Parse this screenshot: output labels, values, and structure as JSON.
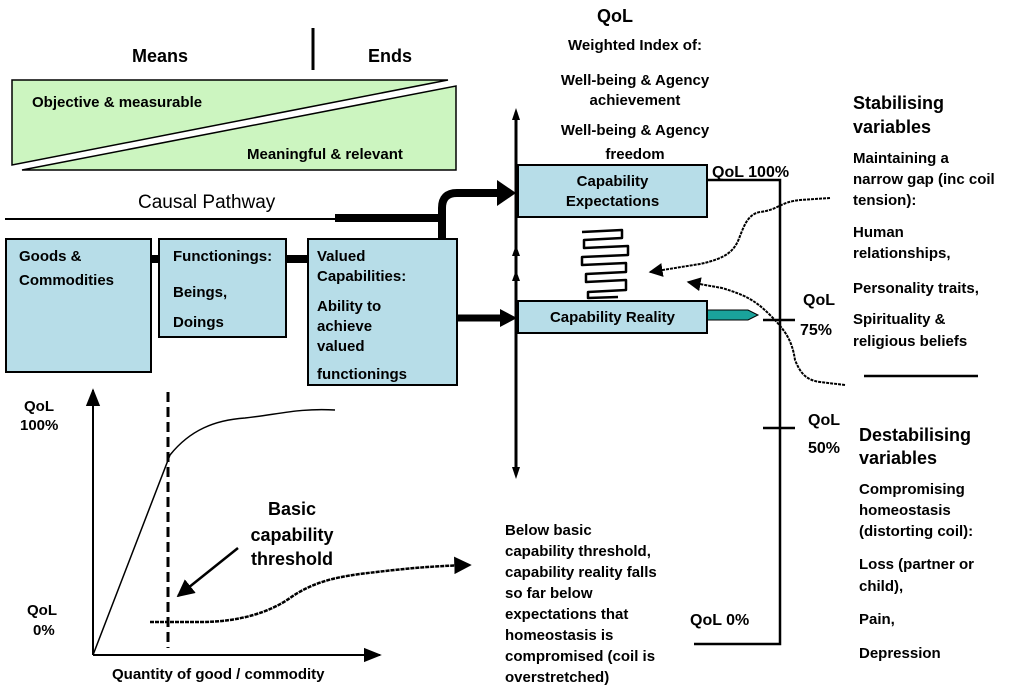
{
  "header": {
    "means": "Means",
    "ends": "Ends",
    "objective": "Objective & measurable",
    "meaningful": "Meaningful & relevant"
  },
  "qol": {
    "title": "QoL",
    "weighted": "Weighted Index of:",
    "achievement_1": "Well-being & Agency",
    "achievement_2": "achievement",
    "freedom_1": "Well-being & Agency",
    "freedom_2": "freedom"
  },
  "pathway": {
    "causal": "Causal Pathway",
    "goods_1": "Goods &",
    "goods_2": "Commodities",
    "functionings": "Functionings:",
    "beings": "Beings,",
    "doings": "Doings",
    "valued_1": "Valued",
    "valued_2": "Capabilities:",
    "ability_1": "Ability to",
    "ability_2": "achieve",
    "ability_3": "valued",
    "ability_4": "functionings"
  },
  "capability": {
    "expectations_1": "Capability",
    "expectations_2": "Expectations",
    "reality": "Capability Reality"
  },
  "levels": {
    "qol100": "QoL 100%",
    "qol75_1": "QoL",
    "qol75_2": "75%",
    "qol50_1": "QoL",
    "qol50_2": "50%",
    "qol0": "QoL 0%"
  },
  "stabilising": {
    "title_1": "Stabilising",
    "title_2": "variables",
    "gap_1": "Maintaining a",
    "gap_2": "narrow gap (inc coil",
    "gap_3": "tension):",
    "human_1": "Human",
    "human_2": "relationships,",
    "personality": "Personality traits,",
    "spirituality_1": "Spirituality &",
    "spirituality_2": "religious beliefs"
  },
  "destabilising": {
    "title_1": "Destabilising",
    "title_2": "variables",
    "comp_1": "Compromising",
    "comp_2": "homeostasis",
    "comp_3": "(distorting coil):",
    "loss_1": "Loss (partner or",
    "loss_2": "child),",
    "pain": "Pain,",
    "depression": "Depression"
  },
  "graph": {
    "y_top_1": "QoL",
    "y_top_2": "100%",
    "y_bottom_1": "QoL",
    "y_bottom_2": "0%",
    "xlabel": "Quantity of good / commodity",
    "basic_1": "Basic",
    "basic_2": "capability",
    "basic_3": "threshold"
  },
  "below": {
    "line_1": "Below basic",
    "line_2": "capability threshold,",
    "line_3": "capability reality falls",
    "line_4": "so far below",
    "line_5": "expectations that",
    "line_6": "homeostasis is",
    "line_7": "compromised (coil is",
    "line_8": "overstretched)"
  },
  "colors": {
    "green": "#ccf5c0",
    "blue": "#b7dde8",
    "teal": "#1aa39b"
  }
}
